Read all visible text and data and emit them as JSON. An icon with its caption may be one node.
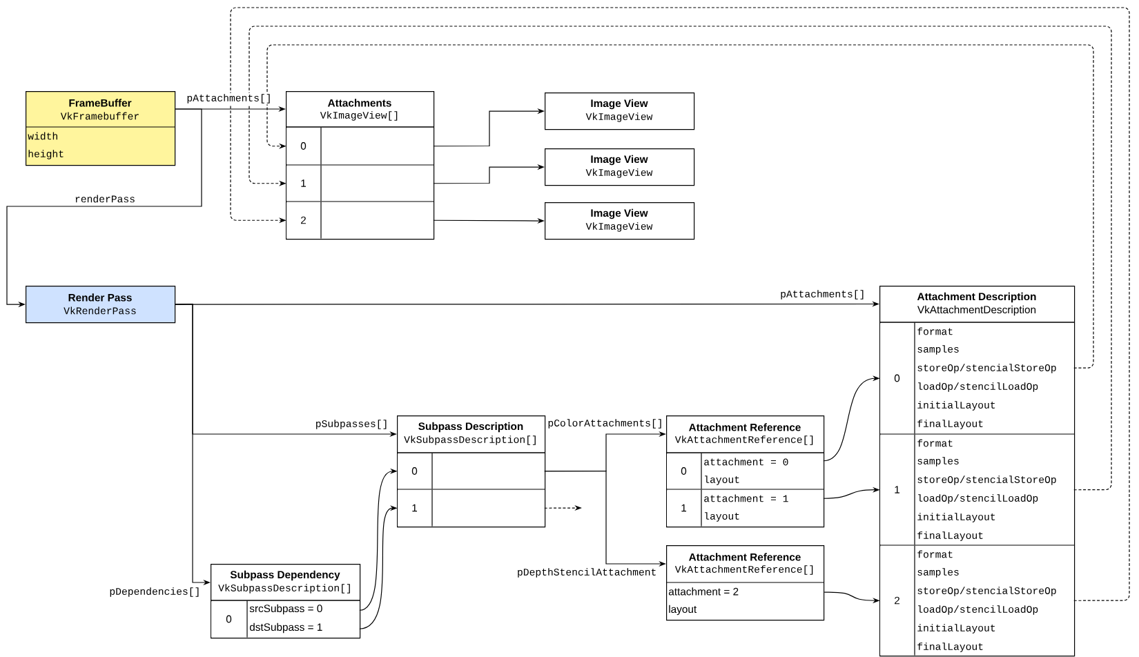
{
  "diagram": {
    "nodes": [
      {
        "text": [
          "FrameBuffer",
          "VkFramebuffer",
          "width",
          "height"
        ]
      },
      {
        "text": [
          "Attachments",
          "VkImageView[]"
        ]
      },
      {
        "text": [
          "0"
        ],
        "in": 1
      },
      {
        "text": [
          "1"
        ],
        "in": 1
      },
      {
        "text": [
          "2"
        ],
        "in": 1
      },
      {
        "text": [
          "Image View",
          "VkImageView"
        ]
      },
      {
        "text": [
          "Image View",
          "VkImageView"
        ]
      },
      {
        "text": [
          "Image View",
          "VkImageView"
        ]
      },
      {
        "text": [
          "Render Pass",
          "VkRenderPass"
        ]
      },
      {
        "text": [
          "Attachment Description",
          "VkAttachmentDescription"
        ]
      },
      {
        "text": [
          "0",
          "format",
          "samples",
          "storeOp/stencialStoreOp",
          "loadOp/stencilLoadOp",
          "initialLayout",
          "finalLayout"
        ],
        "in": 9
      },
      {
        "text": [
          "1",
          "format",
          "samples",
          "storeOp/stencialStoreOp",
          "loadOp/stencilLoadOp",
          "initialLayout",
          "finalLayout"
        ],
        "in": 9
      },
      {
        "text": [
          "2",
          "format",
          "samples",
          "storeOp/stencialStoreOp",
          "loadOp/stencilLoadOp",
          "initialLayout",
          "finalLayout"
        ],
        "in": 9
      },
      {
        "text": [
          "Subpass Description",
          "VkSubpassDescription[]"
        ]
      },
      {
        "text": [
          "0"
        ],
        "in": 13
      },
      {
        "text": [
          "1"
        ],
        "in": 13
      },
      {
        "text": [
          "Attachment Reference",
          "VkAttachmentReference[]"
        ]
      },
      {
        "text": [
          "0",
          "attachment = 0",
          "layout"
        ],
        "in": 16
      },
      {
        "text": [
          "1",
          "attachment = 1",
          "layout"
        ],
        "in": 16
      },
      {
        "text": [
          "Attachment Reference",
          "VkAttachmentReference[]",
          "attachment = 2",
          "layout"
        ]
      },
      {
        "text": [
          "Subpass Dependency",
          "VkSubpassDescription[]"
        ]
      },
      {
        "text": [
          "0",
          "srcSubpass = 0",
          "dstSubpass = 1"
        ],
        "in": 20
      }
    ],
    "edges": [
      {
        "from": 0,
        "to": 1,
        "arrow": "to",
        "label": "pAttachments[]"
      },
      {
        "from": 0,
        "to": 8,
        "arrow": "to",
        "label": "renderPass"
      },
      {
        "from": 2,
        "to": 5,
        "arrow": "to"
      },
      {
        "from": 3,
        "to": 6,
        "arrow": "to"
      },
      {
        "from": 4,
        "to": 7,
        "arrow": "to"
      },
      {
        "from": 8,
        "to": 9,
        "arrow": "to",
        "label": "pAttachments[]"
      },
      {
        "from": 8,
        "to": 13,
        "arrow": "to",
        "label": "pSubpasses[]"
      },
      {
        "from": 8,
        "to": 20,
        "arrow": "to",
        "label": "pDependencies[]"
      },
      {
        "from": 14,
        "to": 16,
        "arrow": "to",
        "label": "pColorAttachments[]"
      },
      {
        "from": 14,
        "to": 19,
        "arrow": "to",
        "label": "pDepthStencilAttachment"
      },
      {
        "from": 15,
        "to": null,
        "arrow": "to",
        "style": "dashed"
      },
      {
        "from": 17,
        "to": 10,
        "arrow": "to"
      },
      {
        "from": 18,
        "to": 11,
        "arrow": "to"
      },
      {
        "from": 19,
        "to": 12,
        "arrow": "to"
      },
      {
        "from": 21,
        "to": 14,
        "arrow": "to"
      },
      {
        "from": 21,
        "to": 15,
        "arrow": "to"
      },
      {
        "from": 10,
        "to": 2,
        "arrow": "to",
        "style": "dashed"
      },
      {
        "from": 11,
        "to": 3,
        "arrow": "to",
        "style": "dashed"
      },
      {
        "from": 12,
        "to": 4,
        "arrow": "to",
        "style": "dashed"
      }
    ]
  }
}
